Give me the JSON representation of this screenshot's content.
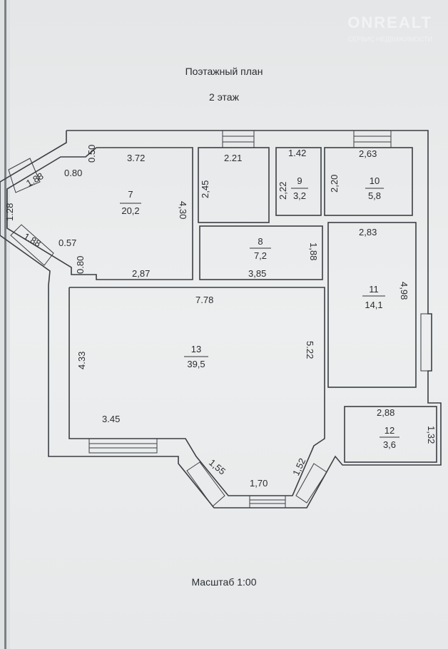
{
  "header": {
    "title": "Поэтажный план",
    "floor": "2 этаж"
  },
  "watermark": {
    "brand": "ONREALT",
    "sub": "СЕРВИС НЕДВИЖИМОСТИ"
  },
  "rooms": [
    {
      "number": "7",
      "area": "20,2"
    },
    {
      "number": "8",
      "area": "7,2"
    },
    {
      "number": "9",
      "area": "3,2"
    },
    {
      "number": "10",
      "area": "5,8"
    },
    {
      "number": "11",
      "area": "14,1"
    },
    {
      "number": "12",
      "area": "3,6"
    },
    {
      "number": "13",
      "area": "39,5"
    }
  ],
  "dimensions": {
    "d050": "0.50",
    "d372": "3.72",
    "d080a": "0.80",
    "d188a": "1.88",
    "d128": "1.28",
    "d188b": "1.88",
    "d057": "0.57",
    "d080b": "0.80",
    "d287": "2,87",
    "d430": "4,30",
    "d221": "2.21",
    "d245": "2,45",
    "d142": "1.42",
    "d222": "2,22",
    "d220": "2,20",
    "d263": "2,63",
    "d188c": "1,88",
    "d385": "3,85",
    "d283": "2,83",
    "d498": "4,98",
    "d778": "7.78",
    "d433": "4.33",
    "d522": "5.22",
    "d345": "3.45",
    "d155": "1,55",
    "d170": "1,70",
    "d152": "1,52",
    "d288": "2,88",
    "d132": "1,32"
  },
  "footer": {
    "scale": "Масштаб 1:00"
  }
}
